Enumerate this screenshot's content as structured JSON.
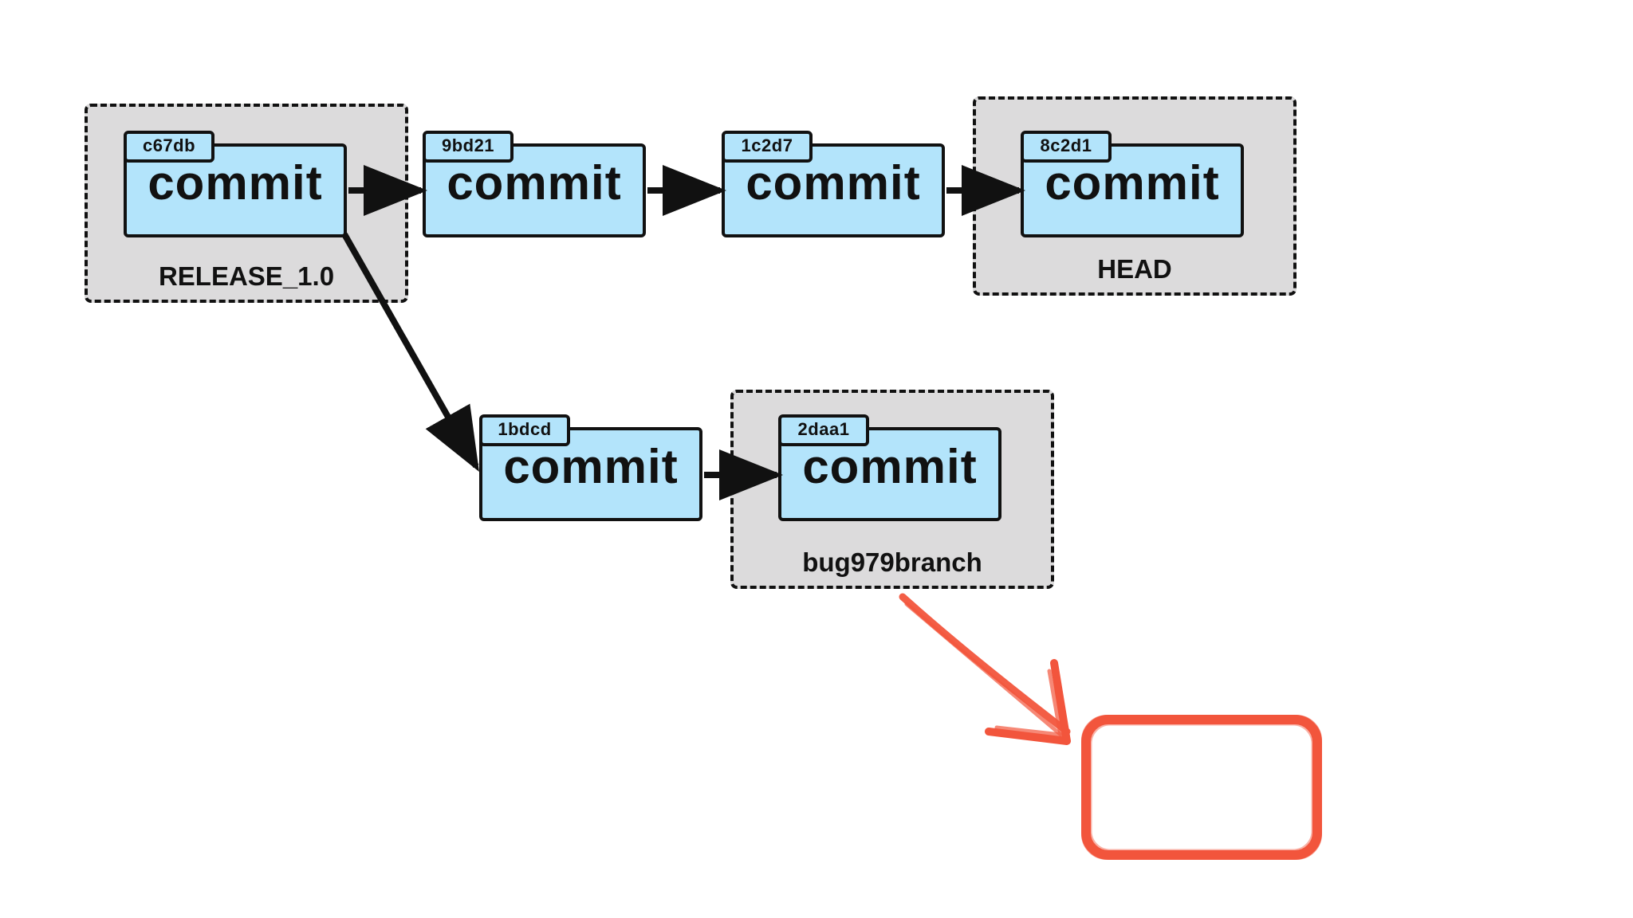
{
  "refs": {
    "release": {
      "label": "RELEASE_1.0"
    },
    "head": {
      "label": "HEAD"
    },
    "bugbranch": {
      "label": "bug979branch"
    }
  },
  "commits": [
    {
      "id": "c67db",
      "label": "commit"
    },
    {
      "id": "9bd21",
      "label": "commit"
    },
    {
      "id": "1c2d7",
      "label": "commit"
    },
    {
      "id": "8c2d1",
      "label": "commit"
    },
    {
      "id": "1bdcd",
      "label": "commit"
    },
    {
      "id": "2daa1",
      "label": "commit"
    }
  ],
  "edges": [
    {
      "from": "c67db",
      "to": "9bd21"
    },
    {
      "from": "9bd21",
      "to": "1c2d7"
    },
    {
      "from": "1c2d7",
      "to": "8c2d1"
    },
    {
      "from": "c67db",
      "to": "1bdcd"
    },
    {
      "from": "1bdcd",
      "to": "2daa1"
    }
  ],
  "annotation": {
    "color": "#f2553c",
    "arrow_from": "bug979branch",
    "target": "empty-box"
  },
  "colors": {
    "commit_fill": "#b3e4fb",
    "ref_fill": "#dcdbdc",
    "stroke": "#111111"
  }
}
